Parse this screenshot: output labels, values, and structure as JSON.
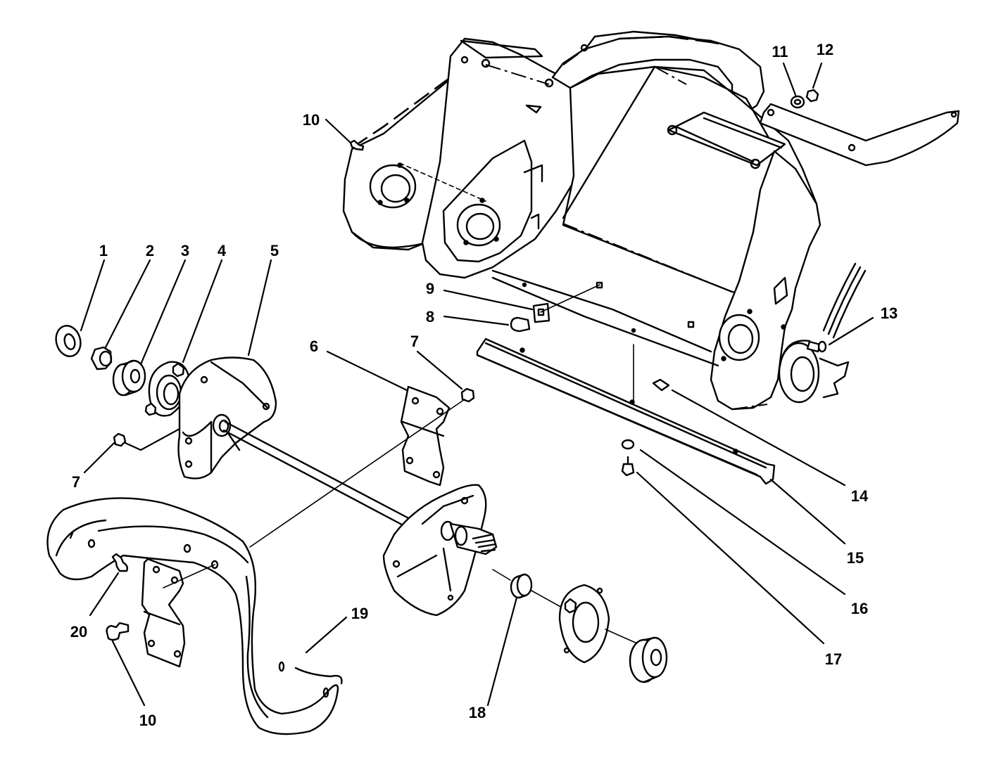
{
  "callouts": {
    "c1": "1",
    "c2": "2",
    "c3": "3",
    "c4": "4",
    "c5": "5",
    "c6": "6",
    "c7a": "7",
    "c7b": "7",
    "c8": "8",
    "c9": "9",
    "c10a": "10",
    "c10b": "10",
    "c11": "11",
    "c12": "12",
    "c13": "13",
    "c14": "14",
    "c15": "15",
    "c16": "16",
    "c17": "17",
    "c18": "18",
    "c19": "19",
    "c20": "20"
  },
  "colors": {
    "ink": "#000000",
    "paper": "#ffffff"
  }
}
